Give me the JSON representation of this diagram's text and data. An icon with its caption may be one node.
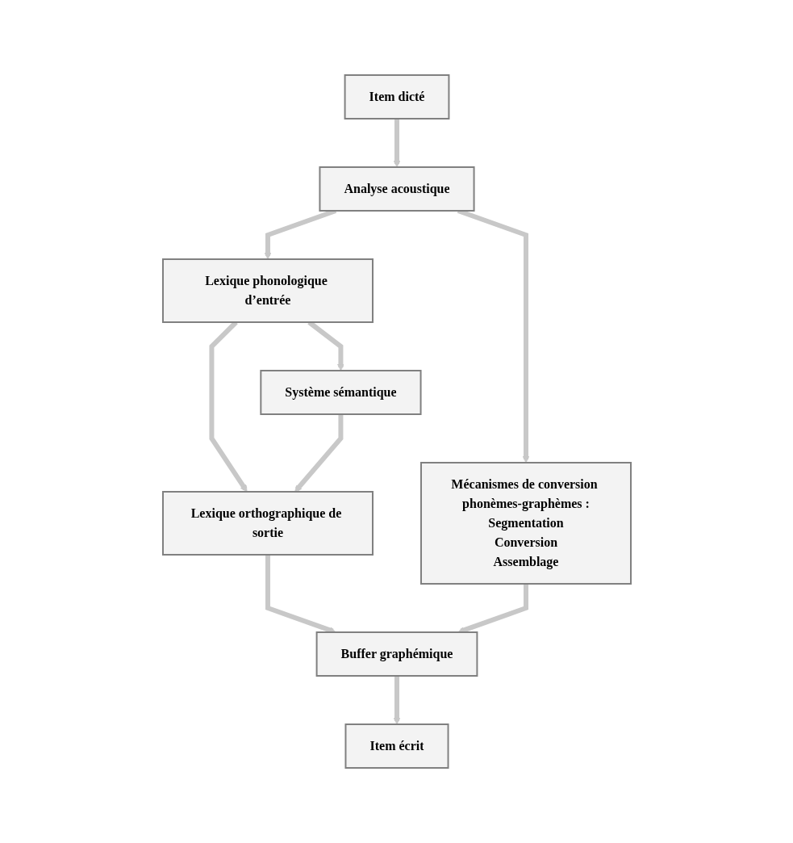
{
  "diagram": {
    "nodes": [
      {
        "text": [
          "Item dicté"
        ]
      },
      {
        "text": [
          "Analyse acoustique"
        ]
      },
      {
        "text": [
          "Lexique phonologique d’entrée"
        ]
      },
      {
        "text": [
          "Mécanismes de conversion phonèmes-graphèmes :",
          "Segmentation",
          "Conversion",
          "Assemblage"
        ]
      },
      {
        "text": [
          "Système sémantique"
        ]
      },
      {
        "text": [
          "Lexique orthographique de sortie"
        ]
      },
      {
        "text": [
          "Buffer graphémique"
        ]
      },
      {
        "text": [
          "Item écrit"
        ]
      }
    ],
    "edges": [
      {
        "from": 0,
        "to": 1,
        "arrow": "to"
      },
      {
        "from": 1,
        "to": 2,
        "arrow": "to"
      },
      {
        "from": 1,
        "to": 3,
        "arrow": "to"
      },
      {
        "from": 2,
        "to": 4,
        "arrow": "to"
      },
      {
        "from": 2,
        "to": 5,
        "arrow": "to"
      },
      {
        "from": 4,
        "to": 5,
        "arrow": "to"
      },
      {
        "from": 5,
        "to": 6,
        "arrow": "to"
      },
      {
        "from": 3,
        "to": 6,
        "arrow": "to"
      },
      {
        "from": 6,
        "to": 7,
        "arrow": "to"
      }
    ]
  }
}
